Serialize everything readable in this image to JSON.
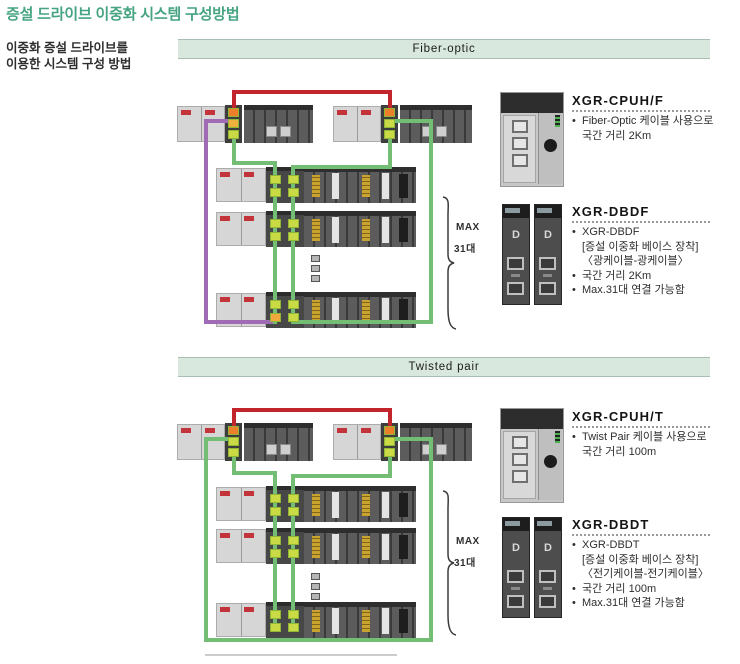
{
  "page": {
    "title": "증설 드라이브 이중화 시스템 구성방법",
    "intro_line1": "이중화 증설 드라이브를",
    "intro_line2": "이용한 시스템 구성 방법"
  },
  "glyphs": {
    "bullet": "•",
    "dbd_label": "D"
  },
  "colors": {
    "accent_green": "#46a482",
    "section_bar_bg": "#d9e8de",
    "cable_red": "#c2262c",
    "cable_purple": "#a06ab4",
    "cable_green": "#74bd74",
    "indicator_yellow_green": "#c9da45",
    "indicator_orange": "#ee7f2a"
  },
  "sections": [
    {
      "header": "Fiber-optic",
      "max": {
        "l1": "MAX",
        "l2": "31대"
      },
      "products": [
        {
          "model": "XGR-CPUH/F",
          "b1_l1": "Fiber-Optic 케이블 사용으로",
          "b1_l2": "국간 거리 2Km"
        },
        {
          "model": "XGR-DBDF",
          "b1_l1": "XGR-DBDF",
          "b1_l2": "[증설 이중화 베이스 장착]",
          "b1_l3": "〈광케이블-광케이블〉",
          "b2": "국간 거리 2Km",
          "b3": "Max.31대 연결 가능함"
        }
      ]
    },
    {
      "header": "Twisted pair",
      "max": {
        "l1": "MAX",
        "l2": "31대"
      },
      "products": [
        {
          "model": "XGR-CPUH/T",
          "b1_l1": "Twist Pair 케이블 사용으로",
          "b1_l2": "국간 거리 100m"
        },
        {
          "model": "XGR-DBDT",
          "b1_l1": "XGR-DBDT",
          "b1_l2": "[증설 이중화 베이스 장착]",
          "b1_l3": "〈전기케이블-전기케이블〉",
          "b2": "국간 거리 100m",
          "b3": "Max.31대 연결 가능함"
        }
      ]
    }
  ]
}
